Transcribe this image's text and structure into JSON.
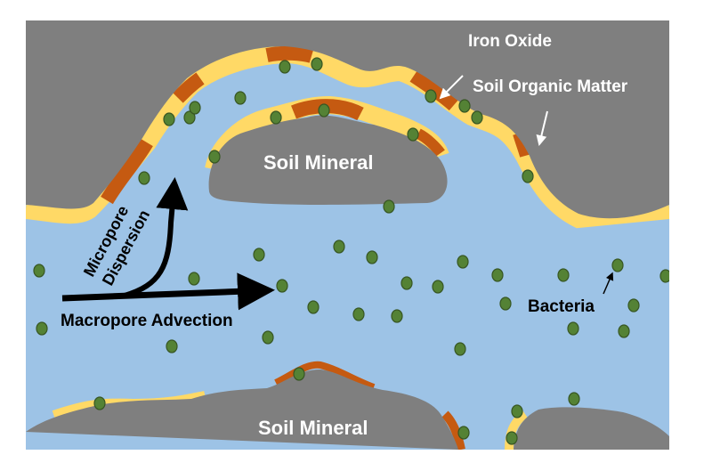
{
  "labels": {
    "iron_oxide": "Iron Oxide",
    "soil_organic_matter": "Soil Organic Matter",
    "soil_mineral_top": "Soil Mineral",
    "soil_mineral_bottom": "Soil Mineral",
    "micropore_1": "Micropore",
    "micropore_2": "Dispersion",
    "macropore": "Macropore Advection",
    "bacteria": "Bacteria"
  },
  "colors": {
    "mineral": "#7f7f7f",
    "water": "#9dc3e6",
    "organic_matter": "#ffd966",
    "iron_oxide": "#c55a11",
    "bacteria": "#548235"
  }
}
